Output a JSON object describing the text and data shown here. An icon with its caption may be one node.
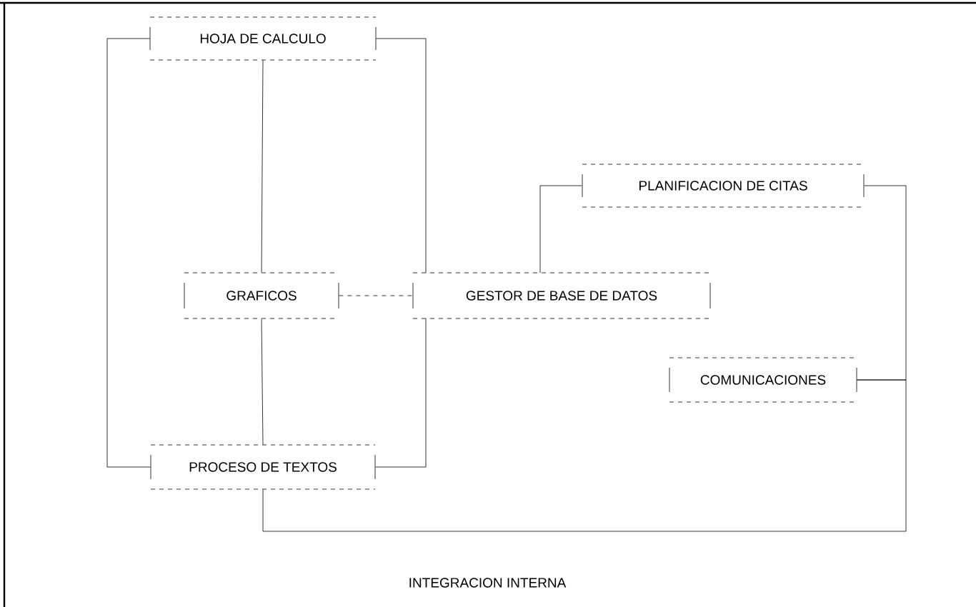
{
  "diagram": {
    "caption": "INTEGRACION INTERNA",
    "nodes": [
      {
        "text": [
          "HOJA DE CALCULO"
        ]
      },
      {
        "text": [
          "PLANIFICACION DE CITAS"
        ]
      },
      {
        "text": [
          "GRAFICOS"
        ]
      },
      {
        "text": [
          "GESTOR DE BASE DE DATOS"
        ]
      },
      {
        "text": [
          "COMUNICACIONES"
        ]
      },
      {
        "text": [
          "PROCESO DE TEXTOS"
        ]
      }
    ],
    "edges": [
      {
        "from": 0,
        "to": 5,
        "arrow": "none"
      },
      {
        "from": 0,
        "to": 2,
        "arrow": "none"
      },
      {
        "from": 0,
        "to": 3,
        "arrow": "none"
      },
      {
        "from": 2,
        "to": 3,
        "arrow": "none",
        "style": "dashed"
      },
      {
        "from": 2,
        "to": 5,
        "arrow": "none"
      },
      {
        "from": 3,
        "to": 5,
        "arrow": "none"
      },
      {
        "from": 3,
        "to": 1,
        "arrow": "none"
      },
      {
        "from": 1,
        "to": 4,
        "arrow": "none"
      },
      {
        "from": 5,
        "to": 4,
        "arrow": "none"
      }
    ]
  }
}
